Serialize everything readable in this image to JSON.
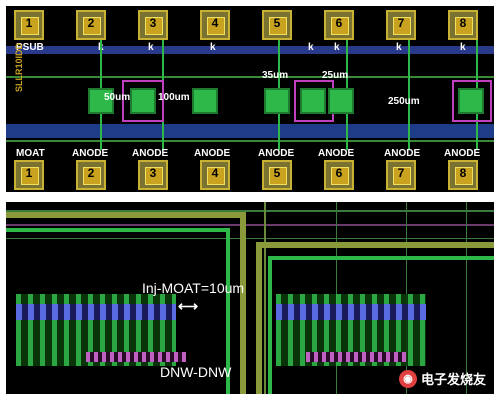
{
  "top": {
    "pads_top": [
      "1",
      "2",
      "3",
      "4",
      "5",
      "6",
      "7",
      "8"
    ],
    "pads_bottom": [
      "1",
      "2",
      "3",
      "4",
      "5",
      "6",
      "7",
      "8"
    ],
    "top_labels": {
      "psub": "PSUB",
      "k": "k"
    },
    "bottom_labels": [
      "MOAT",
      "ANODE",
      "ANODE",
      "ANODE",
      "ANODE",
      "ANODE",
      "ANODE",
      "ANODE"
    ],
    "dim_labels": {
      "d50": "50um",
      "d100": "100um",
      "d35": "35um",
      "d25": "25um",
      "d250": "250um"
    },
    "side_text": "SLLR10IDD"
  },
  "bottom": {
    "annotation": "Inj-MOAT=10um",
    "dnw_label": "DNW-DNW"
  },
  "watermark": {
    "text": "电子发烧友",
    "icon": "logo-icon"
  },
  "colors": {
    "pad": "#c9a21f",
    "green": "#2fb84a",
    "blue": "#3c6fd0",
    "magenta": "#c040c0"
  }
}
